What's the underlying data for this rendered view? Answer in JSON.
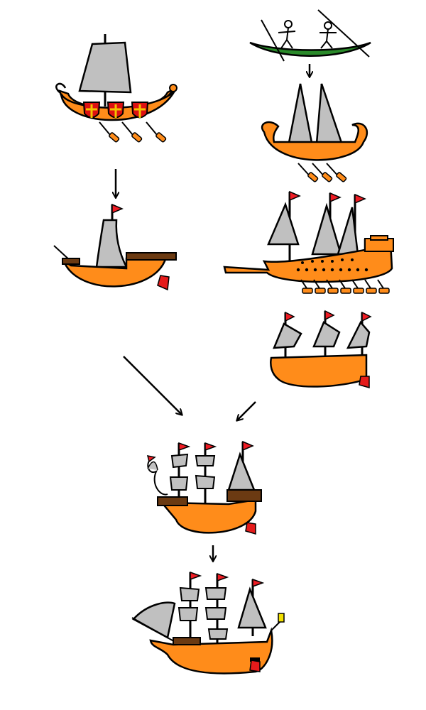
{
  "title": "",
  "colors": {
    "hull": "#ff8c1a",
    "sail": "#c0c0c0",
    "deck": "#6b3a12",
    "flag": "#ee1c24",
    "rudder": "#e51b1b",
    "shield_red": "#dd1111",
    "shield_gold": "#f2c500",
    "canoe": "#2a8a2a",
    "outline": "#000000",
    "lantern": "#f2e000"
  },
  "diagram": {
    "type": "evolution-diagram",
    "nodes": [
      {
        "id": "viking-longship",
        "icon": "longship-icon"
      },
      {
        "id": "dugout-canoe",
        "icon": "canoe-icon"
      },
      {
        "id": "trireme",
        "icon": "trireme-icon"
      },
      {
        "id": "cog",
        "icon": "cog-icon"
      },
      {
        "id": "galley",
        "icon": "galley-icon"
      },
      {
        "id": "caravel",
        "icon": "caravel-icon"
      },
      {
        "id": "carrack",
        "icon": "carrack-icon"
      },
      {
        "id": "galleon",
        "icon": "galleon-icon"
      }
    ],
    "edges": [
      {
        "from": "dugout-canoe",
        "to": "trireme"
      },
      {
        "from": "viking-longship",
        "to": "cog"
      },
      {
        "from": "cog",
        "to": "carrack"
      },
      {
        "from": "caravel",
        "to": "carrack"
      },
      {
        "from": "carrack",
        "to": "galleon"
      }
    ]
  }
}
